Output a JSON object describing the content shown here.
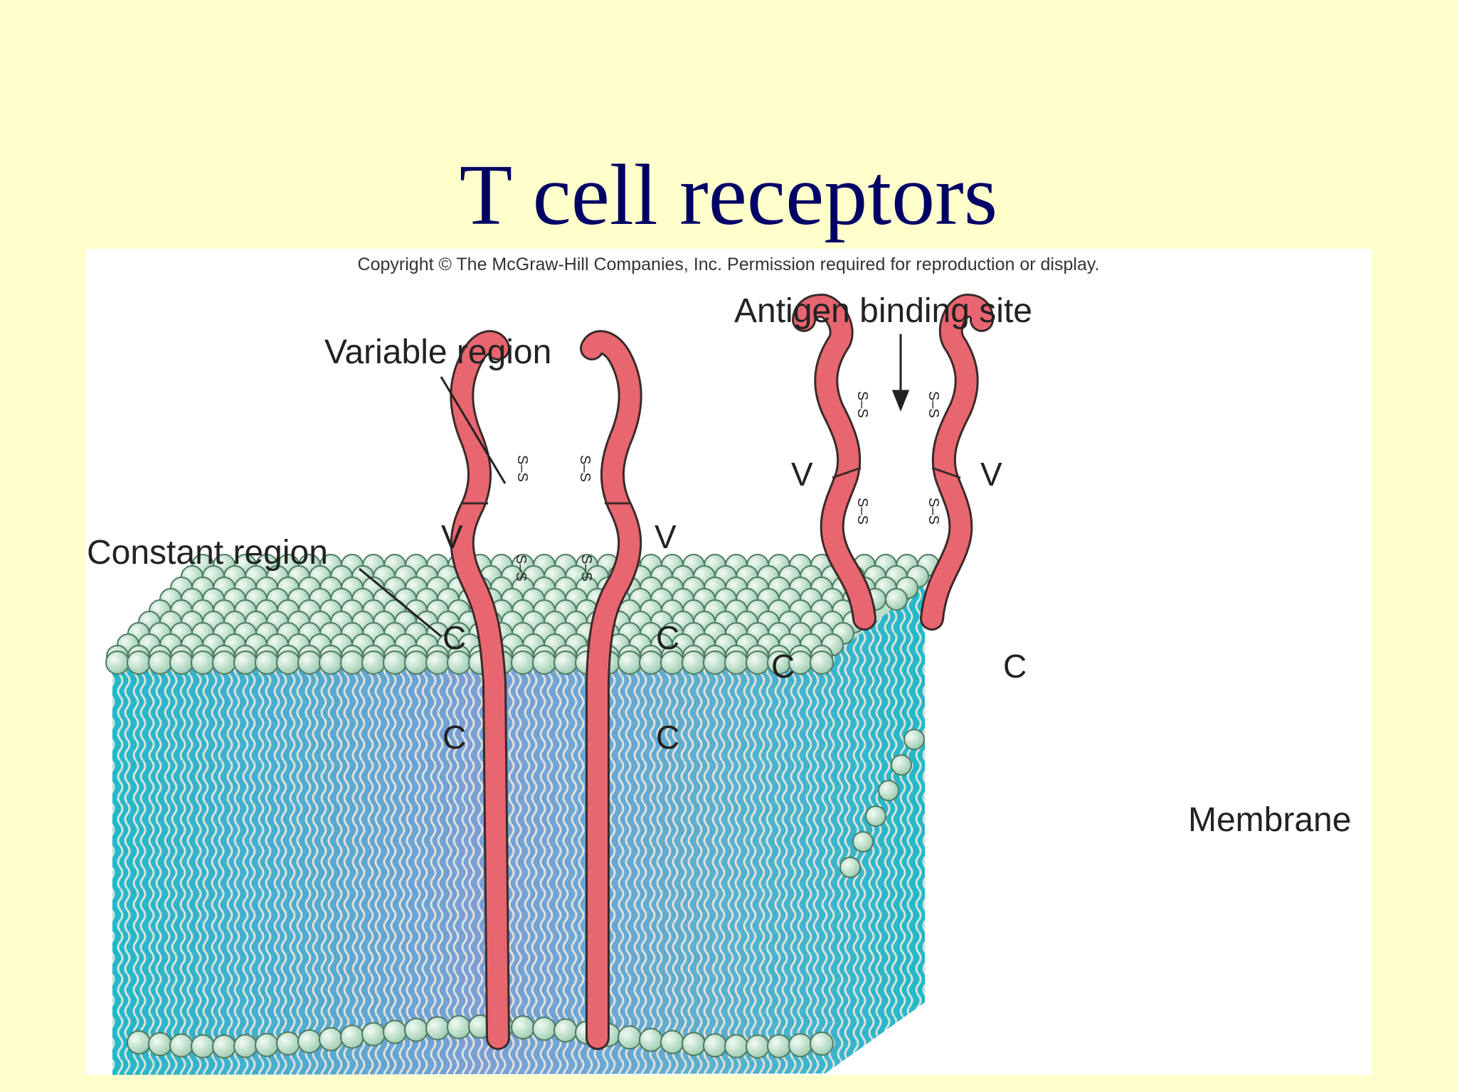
{
  "slide": {
    "title": "T cell receptors"
  },
  "figure": {
    "copyright": "Copyright © The McGraw-Hill Companies, Inc. Permission required for reproduction or display.",
    "labels": {
      "antigen_binding_site": "Antigen binding site",
      "variable_region": "Variable region",
      "constant_region": "Constant region",
      "membrane": "Membrane"
    },
    "domain_letters": {
      "variable": "V",
      "constant": "C"
    },
    "disulfide_bond": "S–S",
    "colors": {
      "background": "#ffffcc",
      "title": "#000066",
      "receptor_chain": "#e8666f",
      "membrane_head": "#bfe0c8",
      "membrane_core": "#3ab5c6"
    }
  }
}
